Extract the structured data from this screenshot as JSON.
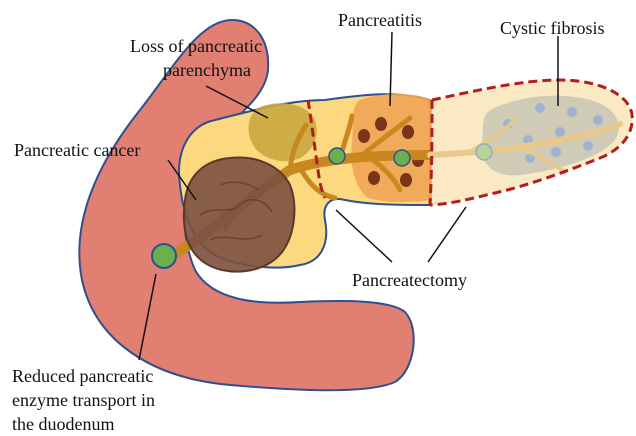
{
  "labels": {
    "loss_line1": "Loss of pancreatic",
    "loss_line2": "parenchyma",
    "pancreatitis": "Pancreatitis",
    "cystic_fibrosis": "Cystic fibrosis",
    "pancreatic_cancer": "Pancreatic cancer",
    "pancreatectomy": "Pancreatectomy",
    "reduced_line1": "Reduced pancreatic",
    "reduced_line2": "enzyme transport in",
    "reduced_line3": "the duodenum"
  },
  "colors": {
    "duodenum": "#e07f72",
    "pancreas": "#fcd97e",
    "pancreas_faded": "#fbe9c4",
    "outline": "#2f4f8f",
    "duct": "#c8871f",
    "inflamed_zone": "#f0a455",
    "spot": "#7a3418",
    "cyst_zone": "#c8c5b5",
    "cyst_spot": "#9fb3d0",
    "tumor": "#7b5040",
    "parenchyma_loss": "#c9a640",
    "green_node": "#6ab04c",
    "dashed_border": "#b01e1e"
  }
}
